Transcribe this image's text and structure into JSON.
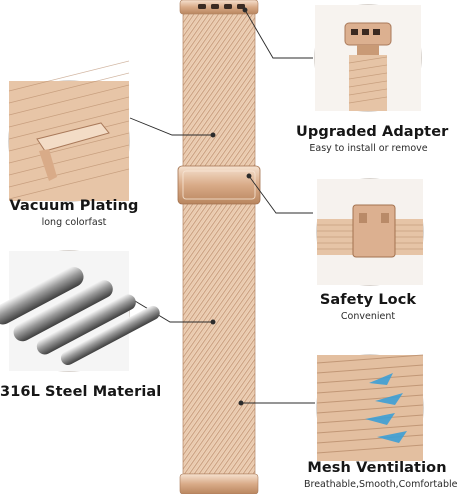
{
  "features": [
    {
      "title": "Upgraded Adapter",
      "subtitle": "Easy to install or remove"
    },
    {
      "title": "Vacuum Plating",
      "subtitle": "long colorfast"
    },
    {
      "title": "Safety Lock",
      "subtitle": "Convenient"
    },
    {
      "title": "316L Steel Material",
      "subtitle": ""
    },
    {
      "title": "Mesh Ventilation",
      "subtitle": "Breathable,Smooth,Comfortable"
    }
  ],
  "colors": {
    "gold_light": "#f1d6bf",
    "gold_mid": "#ddb595",
    "gold_dark": "#b98a68",
    "line": "#2b2b2b",
    "circle_border": "#d9d4cf",
    "mesh_blue": "#3d9fd6"
  }
}
